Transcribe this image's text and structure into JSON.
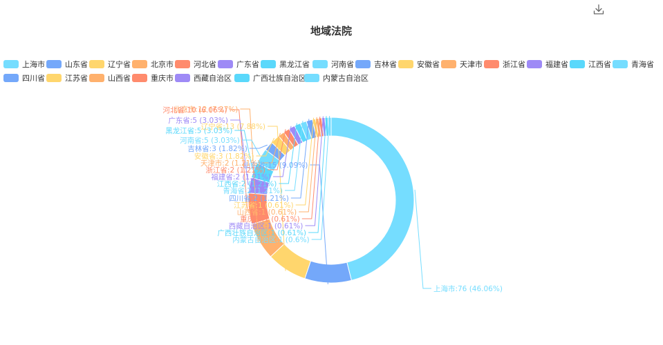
{
  "toolbar": {
    "download_icon": "download-icon"
  },
  "chart_data": {
    "type": "pie",
    "subtype": "donut",
    "title": "地域法院",
    "legend_position": "top",
    "series": [
      {
        "name": "上海市",
        "value": 76,
        "percent_label": "46.06%",
        "color": "#75DDFF"
      },
      {
        "name": "山东省",
        "value": 15,
        "percent_label": "9.09%",
        "color": "#74A8FA"
      },
      {
        "name": "辽宁省",
        "value": 13,
        "percent_label": "7.88%",
        "color": "#FFD66D"
      },
      {
        "name": "北京市",
        "value": 12,
        "percent_label": "7.27%",
        "color": "#FFB16D"
      },
      {
        "name": "河北省",
        "value": 10,
        "percent_label": "6.06%",
        "color": "#FF8B6D"
      },
      {
        "name": "广东省",
        "value": 5,
        "percent_label": "3.03%",
        "color": "#9E8AF6"
      },
      {
        "name": "黑龙江省",
        "value": 5,
        "percent_label": "3.03%",
        "color": "#5AD8FB"
      },
      {
        "name": "河南省",
        "value": 5,
        "percent_label": "3.03%",
        "color": "#75DDFF"
      },
      {
        "name": "吉林省",
        "value": 3,
        "percent_label": "1.82%",
        "color": "#74A8FA"
      },
      {
        "name": "安徽省",
        "value": 3,
        "percent_label": "1.82%",
        "color": "#FFD66D"
      },
      {
        "name": "天津市",
        "value": 2,
        "percent_label": "1.21%",
        "color": "#FFB16D"
      },
      {
        "name": "浙江省",
        "value": 2,
        "percent_label": "1.21%",
        "color": "#FF8B6D"
      },
      {
        "name": "福建省",
        "value": 2,
        "percent_label": "1.21%",
        "color": "#9E8AF6"
      },
      {
        "name": "江西省",
        "value": 2,
        "percent_label": "1.21%",
        "color": "#5AD8FB"
      },
      {
        "name": "青海省",
        "value": 2,
        "percent_label": "1.21%",
        "color": "#75DDFF"
      },
      {
        "name": "四川省",
        "value": 2,
        "percent_label": "1.21%",
        "color": "#74A8FA"
      },
      {
        "name": "江苏省",
        "value": 1,
        "percent_label": "0.61%",
        "color": "#FFD66D"
      },
      {
        "name": "山西省",
        "value": 1,
        "percent_label": "0.61%",
        "color": "#FFB16D"
      },
      {
        "name": "重庆市",
        "value": 1,
        "percent_label": "0.61%",
        "color": "#FF8B6D"
      },
      {
        "name": "西藏自治区",
        "value": 1,
        "percent_label": "0.61%",
        "color": "#9E8AF6"
      },
      {
        "name": "广西壮族自治区",
        "value": 1,
        "percent_label": "0.61%",
        "color": "#5AD8FB"
      },
      {
        "name": "内蒙古自治区",
        "value": 1,
        "percent_label": "0.6%",
        "color": "#75DDFF"
      }
    ]
  }
}
